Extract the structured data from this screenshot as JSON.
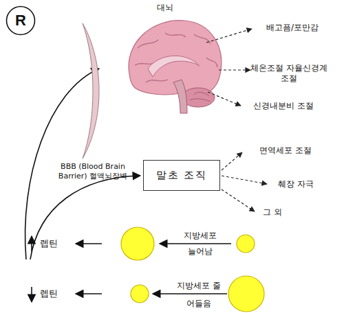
{
  "diagram": {
    "nodes": [
      {
        "text": [
          "R"
        ]
      },
      {
        "text": [
          "BBB (Blood Brain Barrier) 혈액뇌장벽"
        ]
      },
      {
        "text": [
          "말초 조직"
        ]
      }
    ],
    "labels": [
      "대뇌",
      "배고픔/포만감",
      "체온조절 자율신경계 조절",
      "신경내분비 조절",
      "면역세포 조절",
      "췌장 자극",
      "그 외",
      "렙틴",
      "지방세포 늘어남",
      "렙틴",
      "지방세포 줄어들음"
    ]
  }
}
